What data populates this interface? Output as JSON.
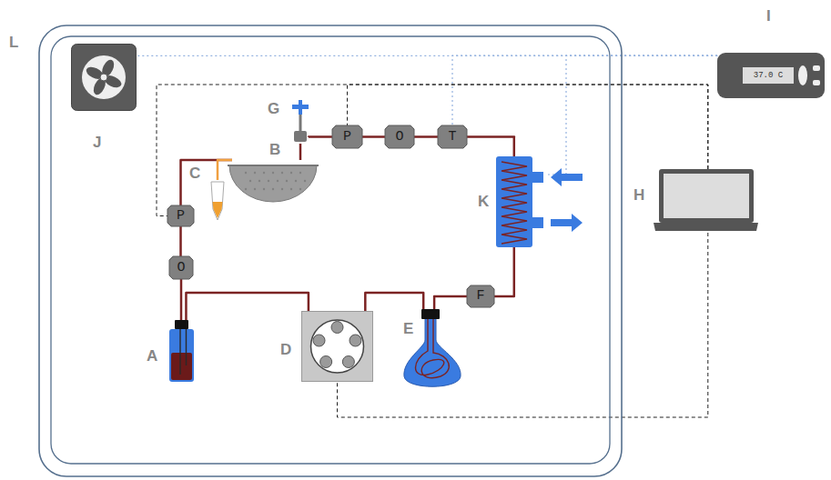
{
  "diagram": {
    "nodes": [
      {
        "text": [
          "L"
        ]
      },
      {
        "text": [
          "J"
        ],
        "in": 0
      },
      {
        "text": [
          "I",
          "37.0 C"
        ]
      },
      {
        "text": [
          "G"
        ],
        "in": 0
      },
      {
        "text": [
          "P"
        ],
        "in": 0
      },
      {
        "text": [
          "O"
        ],
        "in": 0
      },
      {
        "text": [
          "T"
        ],
        "in": 0
      },
      {
        "text": [
          "B"
        ],
        "in": 0
      },
      {
        "text": [
          "C"
        ],
        "in": 0
      },
      {
        "text": [
          "K"
        ],
        "in": 0
      },
      {
        "text": [
          "H"
        ]
      },
      {
        "text": [
          "P"
        ],
        "in": 0
      },
      {
        "text": [
          "O"
        ],
        "in": 0
      },
      {
        "text": [
          "F"
        ],
        "in": 0
      },
      {
        "text": [
          "A"
        ],
        "in": 0
      },
      {
        "text": [
          "D"
        ],
        "in": 0
      },
      {
        "text": [
          "E"
        ],
        "in": 0
      }
    ],
    "edges": [
      {
        "from": 14,
        "to": 12,
        "arrow": "none"
      },
      {
        "from": 12,
        "to": 11,
        "arrow": "none"
      },
      {
        "from": 11,
        "to": 7,
        "arrow": "none"
      },
      {
        "from": 7,
        "to": 8,
        "arrow": "none"
      },
      {
        "from": 7,
        "to": 3,
        "arrow": "none"
      },
      {
        "from": 3,
        "to": 4,
        "arrow": "none"
      },
      {
        "from": 4,
        "to": 5,
        "arrow": "none"
      },
      {
        "from": 5,
        "to": 6,
        "arrow": "none"
      },
      {
        "from": 6,
        "to": 9,
        "arrow": "none"
      },
      {
        "from": 9,
        "to": 13,
        "arrow": "none"
      },
      {
        "from": 13,
        "to": 16,
        "arrow": "none"
      },
      {
        "from": 16,
        "to": 15,
        "arrow": "none"
      },
      {
        "from": 15,
        "to": 14,
        "arrow": "none"
      },
      {
        "from": 10,
        "to": 11,
        "arrow": "none"
      },
      {
        "from": 10,
        "to": 4,
        "arrow": "none"
      },
      {
        "from": 10,
        "to": 15,
        "arrow": "none"
      },
      {
        "from": 2,
        "to": 1,
        "arrow": "none"
      },
      {
        "from": 2,
        "to": 6,
        "arrow": "none"
      },
      {
        "from": 2,
        "to": 9,
        "arrow": "none"
      }
    ]
  }
}
